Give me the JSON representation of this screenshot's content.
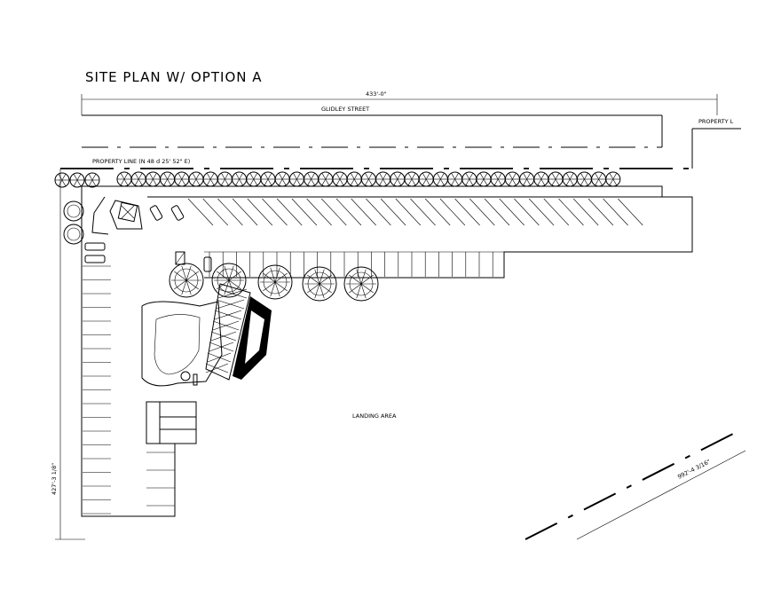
{
  "title": "SITE PLAN W/ OPTION A",
  "labels": {
    "street": "GLIDLEY STREET",
    "property_line_main": "PROPERTY LINE (N 48 d 25' 52\" E)",
    "property_line_right": "PROPERTY L",
    "landing_area": "LANDING AREA"
  },
  "dimensions": {
    "top_width": "433'-0\"",
    "left_height": "427'-3 1/8\"",
    "diagonal": "992'-4 3/16\""
  }
}
